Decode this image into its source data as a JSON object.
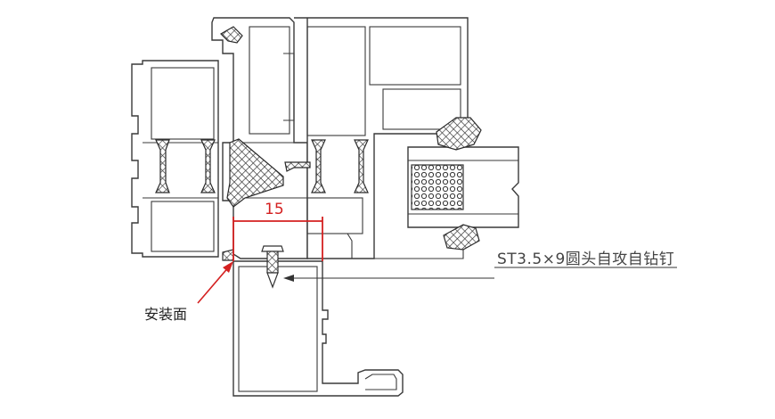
{
  "dimension": {
    "value": "15"
  },
  "labels": {
    "screw": "ST3.5×9圆头自攻自钻钉",
    "mounting_face": "安装面"
  },
  "colors": {
    "dimension_red": "#d42020",
    "line": "#3a3a3a",
    "background": "#ffffff"
  }
}
